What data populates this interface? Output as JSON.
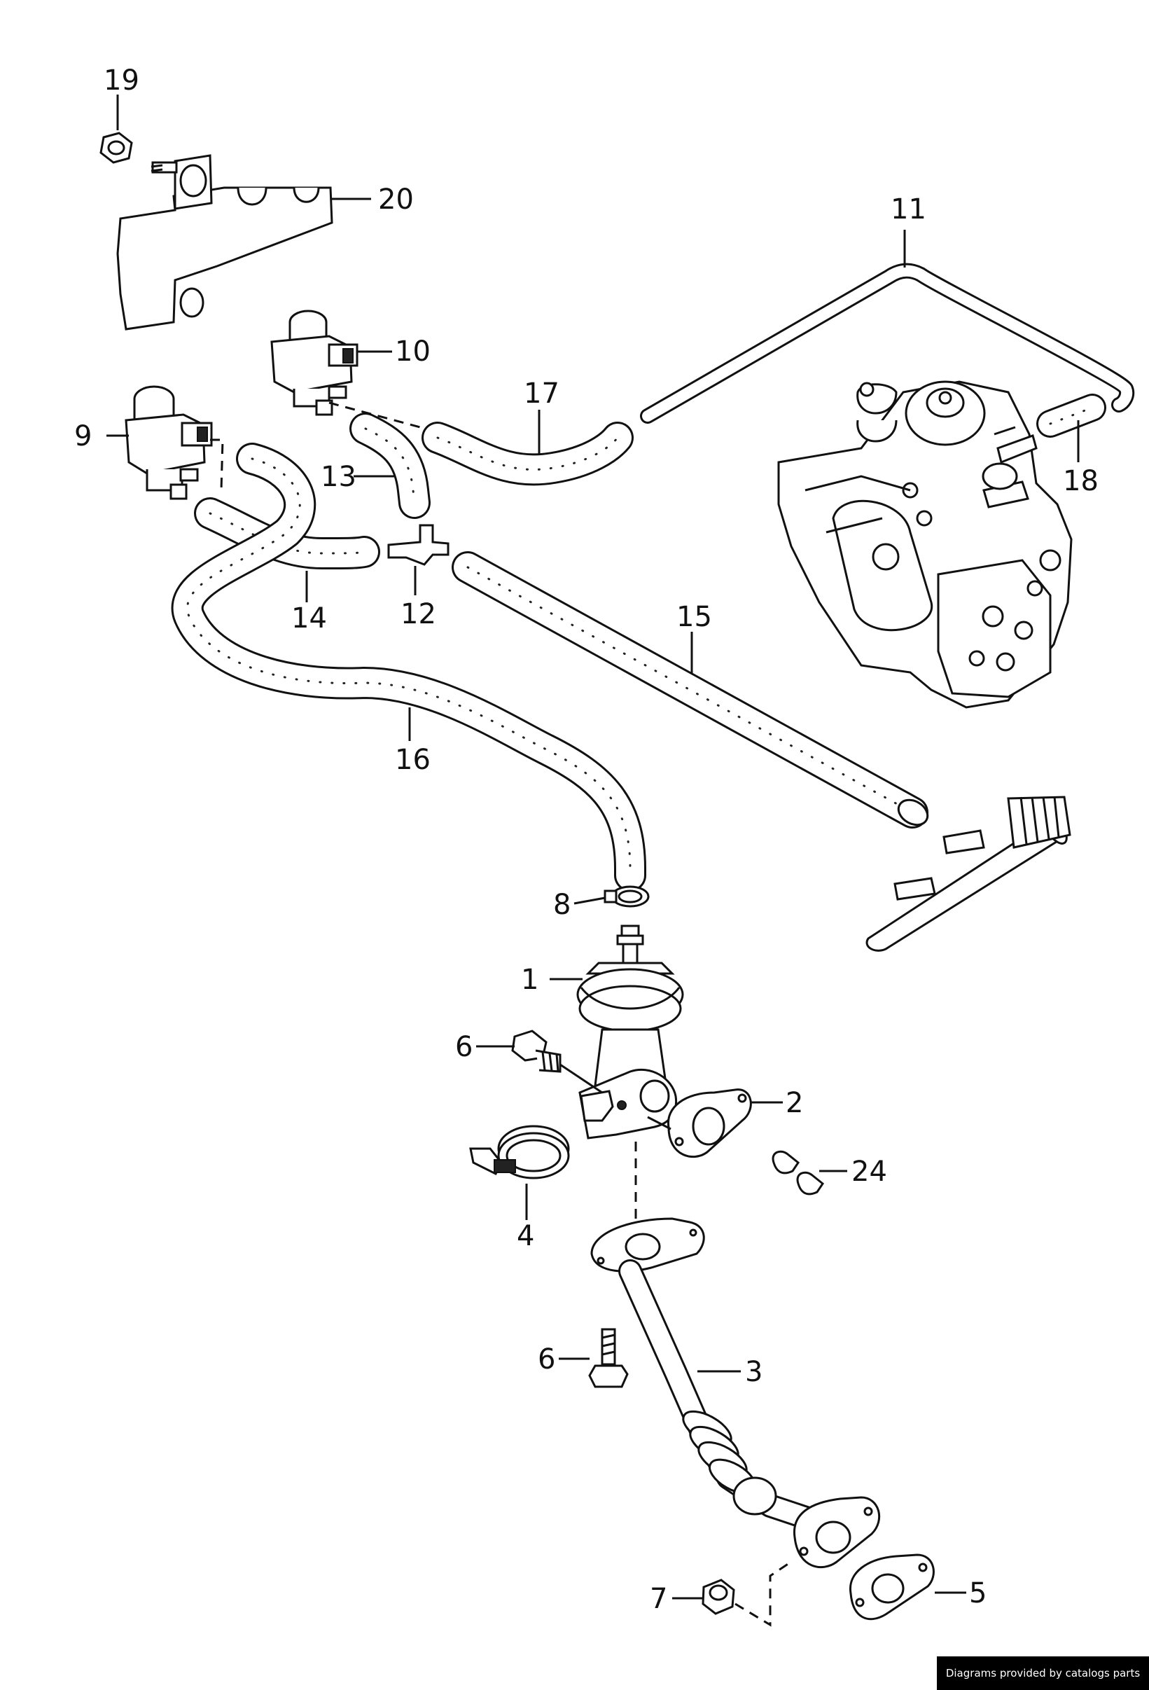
{
  "labels": {
    "p1": "1",
    "p2": "2",
    "p3": "3",
    "p4": "4",
    "p5": "5",
    "p6a": "6",
    "p6b": "6",
    "p7": "7",
    "p8": "8",
    "p9": "9",
    "p10": "10",
    "p11": "11",
    "p12": "12",
    "p13": "13",
    "p14": "14",
    "p15": "15",
    "p16": "16",
    "p17": "17",
    "p18": "18",
    "p19": "19",
    "p20": "20",
    "p24": "24"
  },
  "footer": {
    "text": "Diagrams provided by catalogs parts"
  }
}
